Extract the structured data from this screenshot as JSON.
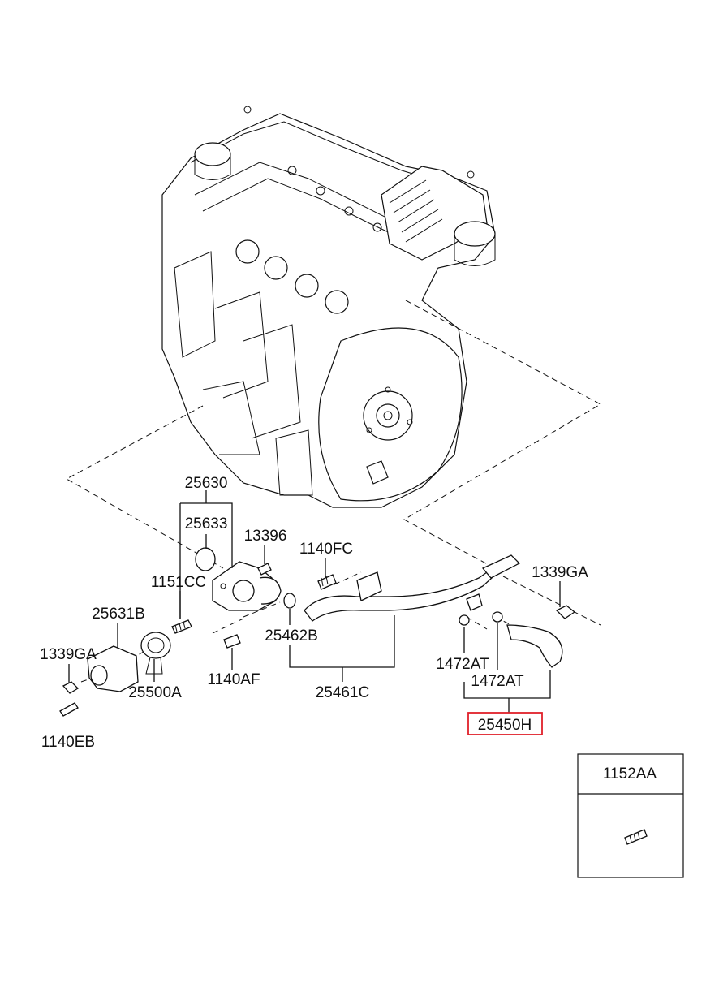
{
  "parts": {
    "p25630": "25630",
    "p25633": "25633",
    "p13396": "13396",
    "p1140FC": "1140FC",
    "p1151CC": "1151CC",
    "p25631B": "25631B",
    "p1339GA_left": "1339GA",
    "p25500A": "25500A",
    "p1140AF": "1140AF",
    "p25462B": "25462B",
    "p25461C": "25461C",
    "p1140EB": "1140EB",
    "p1339GA_right": "1339GA",
    "p1472AT_a": "1472AT",
    "p1472AT_b": "1472AT",
    "p25450H": "25450H"
  },
  "inset": {
    "label": "1152AA"
  },
  "highlight_color": "#e0202a"
}
